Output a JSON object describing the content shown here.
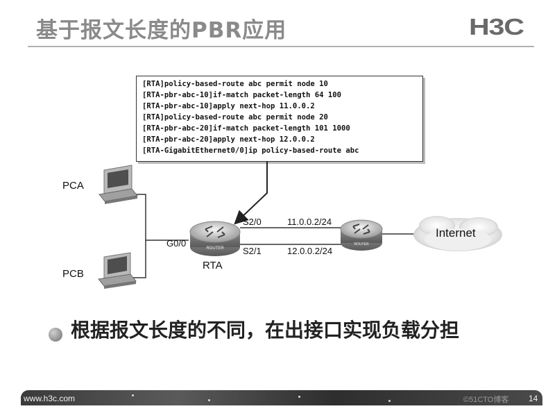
{
  "title": "基于报文长度的PBR应用",
  "logo": "H3C",
  "code_lines": [
    "[RTA]policy-based-route abc permit node 10",
    "[RTA-pbr-abc-10]if-match packet-length 64 100",
    "[RTA-pbr-abc-10]apply next-hop 11.0.0.2",
    "[RTA]policy-based-route abc permit node 20",
    "[RTA-pbr-abc-20]if-match packet-length 101 1000",
    "[RTA-pbr-abc-20]apply next-hop 12.0.0.2",
    "[RTA-GigabitEthernet0/0]ip policy-based-route abc"
  ],
  "diagram": {
    "pca": "PCA",
    "pcb": "PCB",
    "rta": "RTA",
    "g00": "G0/0",
    "s20": "S2/0",
    "s21": "S2/1",
    "net1": "11.0.0.2/24",
    "net2": "12.0.0.2/24",
    "internet": "Internet",
    "router_text": "ROUTER"
  },
  "bullet": "根据报文长度的不同，在出接口实现负载分担",
  "footer": {
    "url": "www.h3c.com",
    "page": "14",
    "watermark": "©51CTO博客"
  }
}
